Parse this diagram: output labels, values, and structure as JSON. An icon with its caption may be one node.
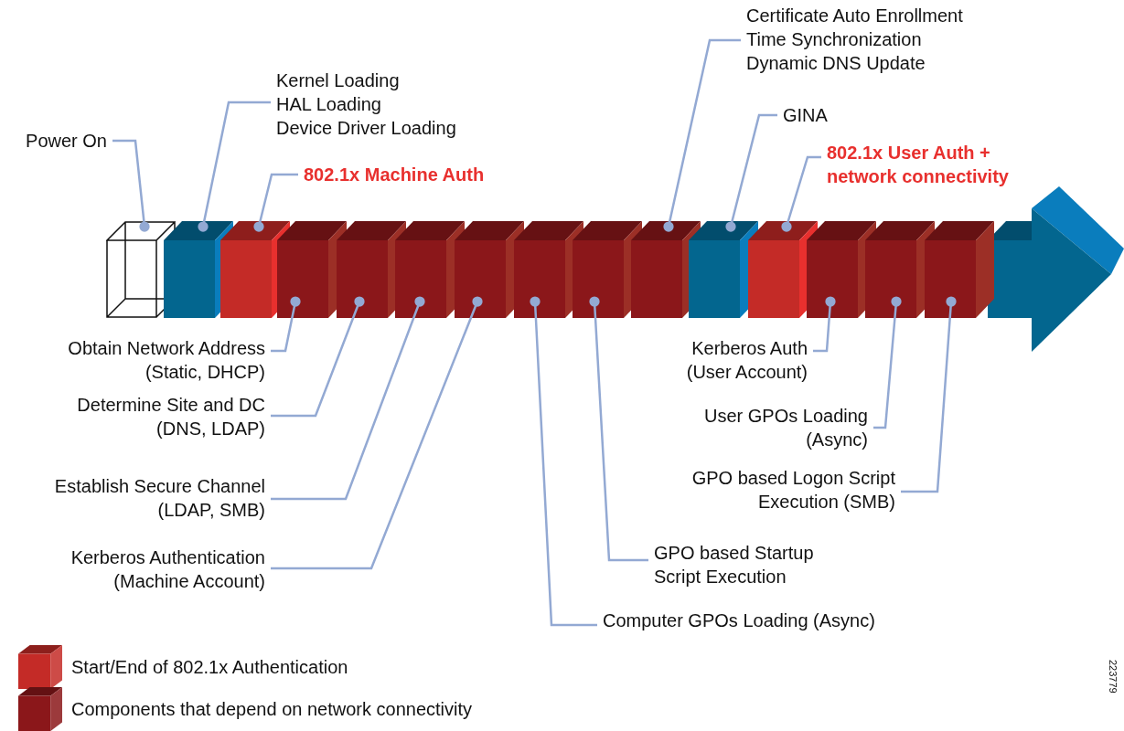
{
  "diagram": {
    "nodes": [
      {
        "text": [
          "Power On"
        ]
      },
      {
        "text": [
          "Kernel Loading",
          "HAL Loading",
          "Device Driver Loading"
        ]
      },
      {
        "text": [
          "802.1x Machine Auth"
        ]
      },
      {
        "text": [
          "Certificate Auto Enrollment",
          "Time Synchronization",
          "Dynamic DNS Update"
        ]
      },
      {
        "text": [
          "GINA"
        ]
      },
      {
        "text": [
          "802.1x User Auth + network connectivity"
        ]
      },
      {
        "text": [
          "Obtain Network Address",
          "(Static, DHCP)"
        ]
      },
      {
        "text": [
          "Determine Site and DC",
          "(DNS, LDAP)"
        ]
      },
      {
        "text": [
          "Establish Secure Channel",
          "(LDAP, SMB)"
        ]
      },
      {
        "text": [
          "Kerberos Authentication",
          "(Machine Account)"
        ]
      },
      {
        "text": [
          "Computer GPOs Loading (Async)"
        ]
      },
      {
        "text": [
          "GPO based Startup Script Execution"
        ]
      },
      {
        "text": [
          "Kerberos Auth",
          "(User Account)"
        ]
      },
      {
        "text": [
          "User GPOs Loading",
          "(Async)"
        ]
      },
      {
        "text": [
          "GPO based Logon Script Execution (SMB)"
        ]
      },
      {
        "text": [],
        "shape": "box"
      },
      {
        "text": [],
        "shape": "box"
      },
      {
        "text": [],
        "shape": "box"
      },
      {
        "text": [],
        "shape": "box"
      },
      {
        "text": [],
        "shape": "box"
      },
      {
        "text": [],
        "shape": "box"
      },
      {
        "text": [],
        "shape": "box"
      },
      {
        "text": [],
        "shape": "box"
      },
      {
        "text": [],
        "shape": "box"
      },
      {
        "text": [],
        "shape": "box"
      },
      {
        "text": [],
        "shape": "box"
      },
      {
        "text": [],
        "shape": "box"
      },
      {
        "text": [],
        "shape": "box"
      },
      {
        "text": [],
        "shape": "box"
      },
      {
        "text": [],
        "shape": "box"
      }
    ],
    "edges": [
      {
        "from": 0,
        "to": 15,
        "arrow": "other"
      },
      {
        "from": 1,
        "to": 16,
        "arrow": "other"
      },
      {
        "from": 2,
        "to": 17,
        "arrow": "other"
      },
      {
        "from": 3,
        "to": 24,
        "arrow": "other"
      },
      {
        "from": 4,
        "to": 25,
        "arrow": "other"
      },
      {
        "from": 5,
        "to": 26,
        "arrow": "other"
      },
      {
        "from": 6,
        "to": 18,
        "arrow": "other"
      },
      {
        "from": 7,
        "to": 19,
        "arrow": "other"
      },
      {
        "from": 8,
        "to": 20,
        "arrow": "other"
      },
      {
        "from": 9,
        "to": 21,
        "arrow": "other"
      },
      {
        "from": 10,
        "to": 22,
        "arrow": "other"
      },
      {
        "from": 11,
        "to": 23,
        "arrow": "other"
      },
      {
        "from": 12,
        "to": 27,
        "arrow": "other"
      },
      {
        "from": 13,
        "to": 28,
        "arrow": "other"
      },
      {
        "from": 14,
        "to": 29,
        "arrow": "other"
      }
    ],
    "labels": [
      "223779"
    ],
    "legend": [
      {
        "text": "Start/End of 802.1x Authentication",
        "color": "#c42b27"
      },
      {
        "text": "Components that depend on network connectivity",
        "color": "#8b171a"
      }
    ]
  }
}
